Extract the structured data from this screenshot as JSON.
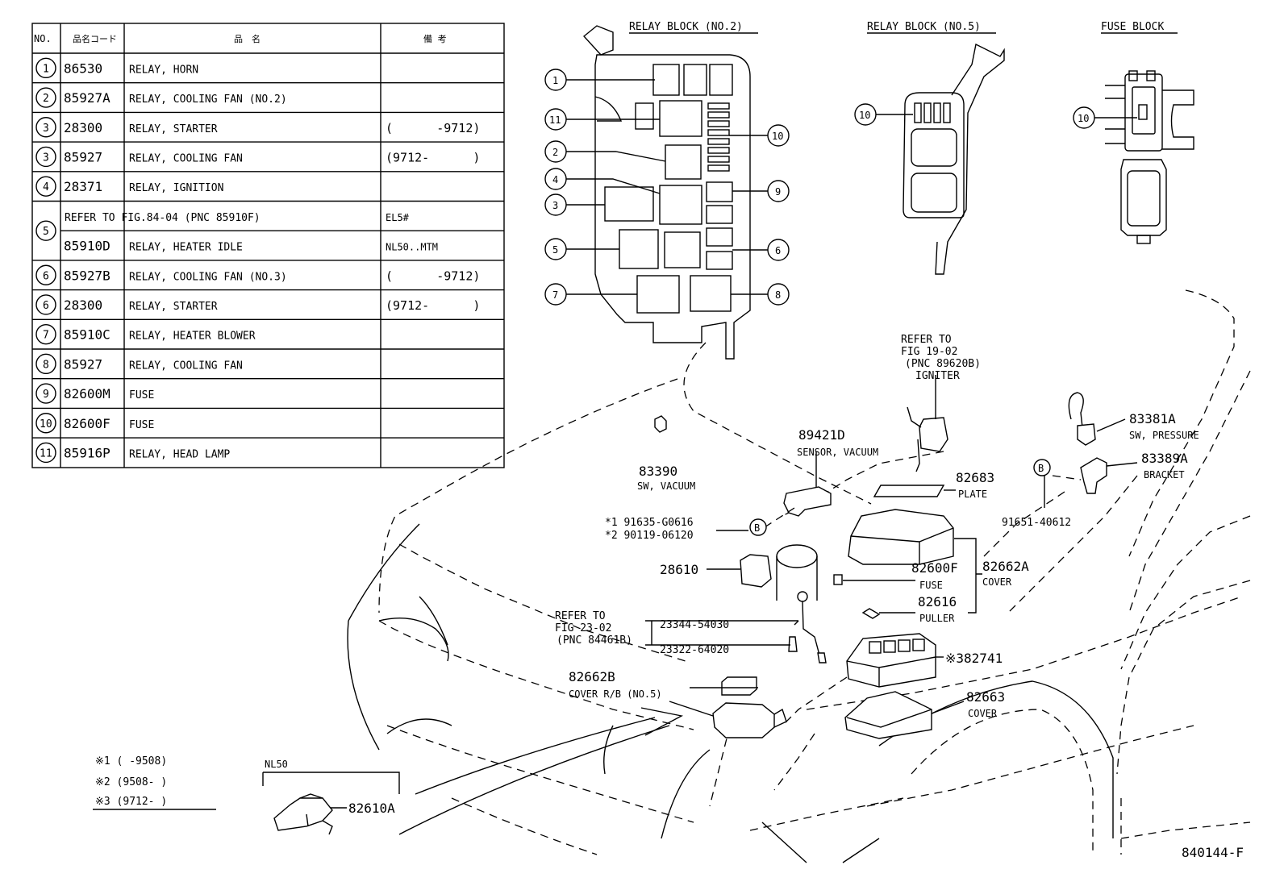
{
  "table": {
    "headers": {
      "no": "NO.",
      "code": "品名コード",
      "name": "品　名",
      "remark": "備 考"
    },
    "rows": [
      {
        "no": "1",
        "code": "86530",
        "name": "RELAY, HORN",
        "remark": ""
      },
      {
        "no": "2",
        "code": "85927A",
        "name": "RELAY, COOLING FAN (NO.2)",
        "remark": ""
      },
      {
        "no": "3",
        "code": "28300",
        "name": "RELAY, STARTER",
        "remark": "(      -9712)"
      },
      {
        "no": "3",
        "code": "85927",
        "name": "RELAY, COOLING FAN",
        "remark": "(9712-      )"
      },
      {
        "no": "4",
        "code": "28371",
        "name": "RELAY, IGNITION",
        "remark": ""
      },
      {
        "no": "5",
        "code": "",
        "name": "REFER TO FIG.84-04  (PNC 85910F)",
        "remark": "EL5#"
      },
      {
        "no": "",
        "code": "85910D",
        "name": "RELAY, HEATER IDLE",
        "remark": "NL50..MTM"
      },
      {
        "no": "6",
        "code": "85927B",
        "name": "RELAY, COOLING FAN (NO.3)",
        "remark": "(      -9712)"
      },
      {
        "no": "6",
        "code": "28300",
        "name": "RELAY, STARTER",
        "remark": "(9712-      )"
      },
      {
        "no": "7",
        "code": "85910C",
        "name": "RELAY, HEATER BLOWER",
        "remark": ""
      },
      {
        "no": "8",
        "code": "85927",
        "name": "RELAY, COOLING FAN",
        "remark": ""
      },
      {
        "no": "9",
        "code": "82600M",
        "name": "FUSE",
        "remark": ""
      },
      {
        "no": "10",
        "code": "82600F",
        "name": "FUSE",
        "remark": ""
      },
      {
        "no": "11",
        "code": "85916P",
        "name": "RELAY, HEAD LAMP",
        "remark": ""
      }
    ]
  },
  "blocks": {
    "relay_block_2": "RELAY BLOCK (NO.2)",
    "relay_block_5": "RELAY BLOCK (NO.5)",
    "fuse_block": "FUSE BLOCK"
  },
  "callouts": {
    "c1": "1",
    "c2": "2",
    "c3": "3",
    "c4": "4",
    "c5": "5",
    "c6": "6",
    "c7": "7",
    "c8": "8",
    "c9": "9",
    "c10": "10",
    "c11": "11",
    "b": "B"
  },
  "parts": {
    "p83390": "83390",
    "p83390_desc": "SW, VACUUM",
    "p89421d": "89421D",
    "p89421d_desc": "SENSOR, VACUUM",
    "refer1_l1": "REFER TO",
    "refer1_l2": "FIG 19-02",
    "refer1_l3": "(PNC 89620B)",
    "refer1_l4": "IGNITER",
    "p83381a": "83381A",
    "p83381a_desc": "SW, PRESSURE",
    "p83389a": "83389A",
    "p83389a_desc": "BRACKET",
    "p82683": "82683",
    "p82683_desc": "PLATE",
    "bolt1": "*1 91635-G0616",
    "bolt2": "*2 90119-06120",
    "p91651": "91651-40612",
    "p28610": "28610",
    "p82600f": "82600F",
    "p82600f_desc": "FUSE",
    "p82662a": "82662A",
    "p82662a_desc": "COVER",
    "p82616": "82616",
    "p82616_desc": "PULLER",
    "refer2_l1": "REFER TO",
    "refer2_l2": "FIG 23-02",
    "refer2_l3": "(PNC 84461B)",
    "p23344": "23344-54030",
    "p23322": "23322-64020",
    "p82741": "※382741",
    "p82662b": "82662B",
    "p82662b_desc": "COVER R/B (NO.5)",
    "p82663": "82663",
    "p82663_desc": "COVER",
    "nl50": "NL50",
    "p82610a": "82610A"
  },
  "notes": {
    "n1": "※1 (      -9508)",
    "n2": "※2 (9508-      )",
    "n3": "※3 (9712-      )"
  },
  "figure_id": "840144-F"
}
